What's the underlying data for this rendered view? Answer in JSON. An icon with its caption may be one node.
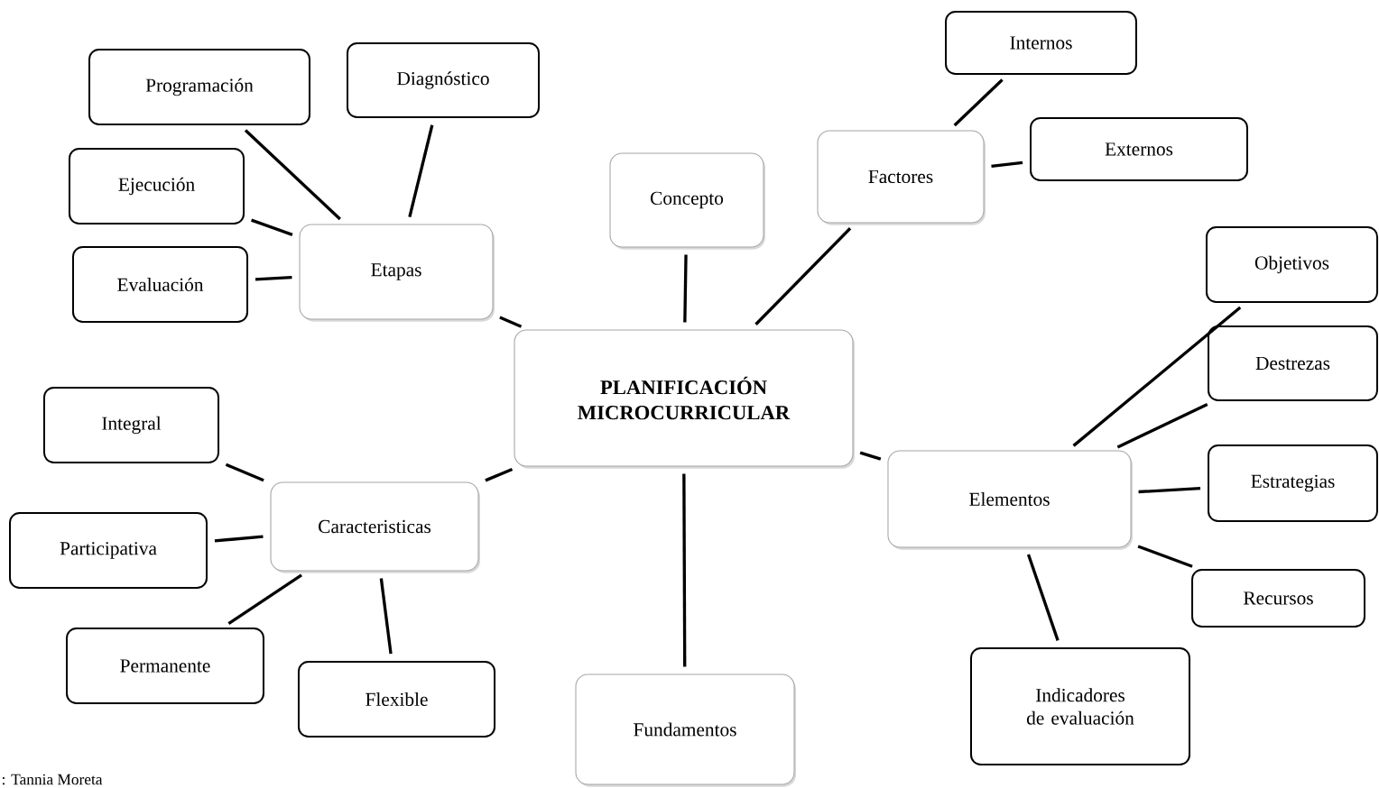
{
  "diagram": {
    "nodes": [
      {
        "text": [
          "PLANIFICACIÓN MICROCURRICULAR"
        ]
      },
      {
        "text": [
          "Concepto"
        ]
      },
      {
        "text": [
          "Fundamentos"
        ]
      },
      {
        "text": [
          "Etapas"
        ]
      },
      {
        "text": [
          "Diagnóstico"
        ]
      },
      {
        "text": [
          "Programación"
        ]
      },
      {
        "text": [
          "Ejecución"
        ]
      },
      {
        "text": [
          "Evaluación"
        ]
      },
      {
        "text": [
          "Factores"
        ]
      },
      {
        "text": [
          "Internos"
        ]
      },
      {
        "text": [
          "Externos"
        ]
      },
      {
        "text": [
          "Caracteristicas"
        ]
      },
      {
        "text": [
          "Integral"
        ]
      },
      {
        "text": [
          "Participativa"
        ]
      },
      {
        "text": [
          "Permanente"
        ]
      },
      {
        "text": [
          "Flexible"
        ]
      },
      {
        "text": [
          "Elementos"
        ]
      },
      {
        "text": [
          "Objetivos"
        ]
      },
      {
        "text": [
          "Destrezas"
        ]
      },
      {
        "text": [
          "Estrategias"
        ]
      },
      {
        "text": [
          "Recursos"
        ]
      },
      {
        "text": [
          "Indicadores de evaluación"
        ]
      }
    ],
    "edges": [
      {
        "from": 0,
        "to": 1,
        "arrow": "none"
      },
      {
        "from": 0,
        "to": 2,
        "arrow": "none"
      },
      {
        "from": 0,
        "to": 3,
        "arrow": "none"
      },
      {
        "from": 3,
        "to": 4,
        "arrow": "none"
      },
      {
        "from": 3,
        "to": 5,
        "arrow": "none"
      },
      {
        "from": 3,
        "to": 6,
        "arrow": "none"
      },
      {
        "from": 3,
        "to": 7,
        "arrow": "none"
      },
      {
        "from": 0,
        "to": 8,
        "arrow": "none"
      },
      {
        "from": 8,
        "to": 9,
        "arrow": "none"
      },
      {
        "from": 8,
        "to": 10,
        "arrow": "none"
      },
      {
        "from": 0,
        "to": 11,
        "arrow": "none"
      },
      {
        "from": 11,
        "to": 12,
        "arrow": "none"
      },
      {
        "from": 11,
        "to": 13,
        "arrow": "none"
      },
      {
        "from": 11,
        "to": 14,
        "arrow": "none"
      },
      {
        "from": 11,
        "to": 15,
        "arrow": "none"
      },
      {
        "from": 0,
        "to": 16,
        "arrow": "none"
      },
      {
        "from": 16,
        "to": 17,
        "arrow": "none"
      },
      {
        "from": 16,
        "to": 18,
        "arrow": "none"
      },
      {
        "from": 16,
        "to": 19,
        "arrow": "none"
      },
      {
        "from": 16,
        "to": 20,
        "arrow": "none"
      },
      {
        "from": 16,
        "to": 21,
        "arrow": "none"
      }
    ],
    "labels": [
      ": Tannia Moreta"
    ]
  }
}
